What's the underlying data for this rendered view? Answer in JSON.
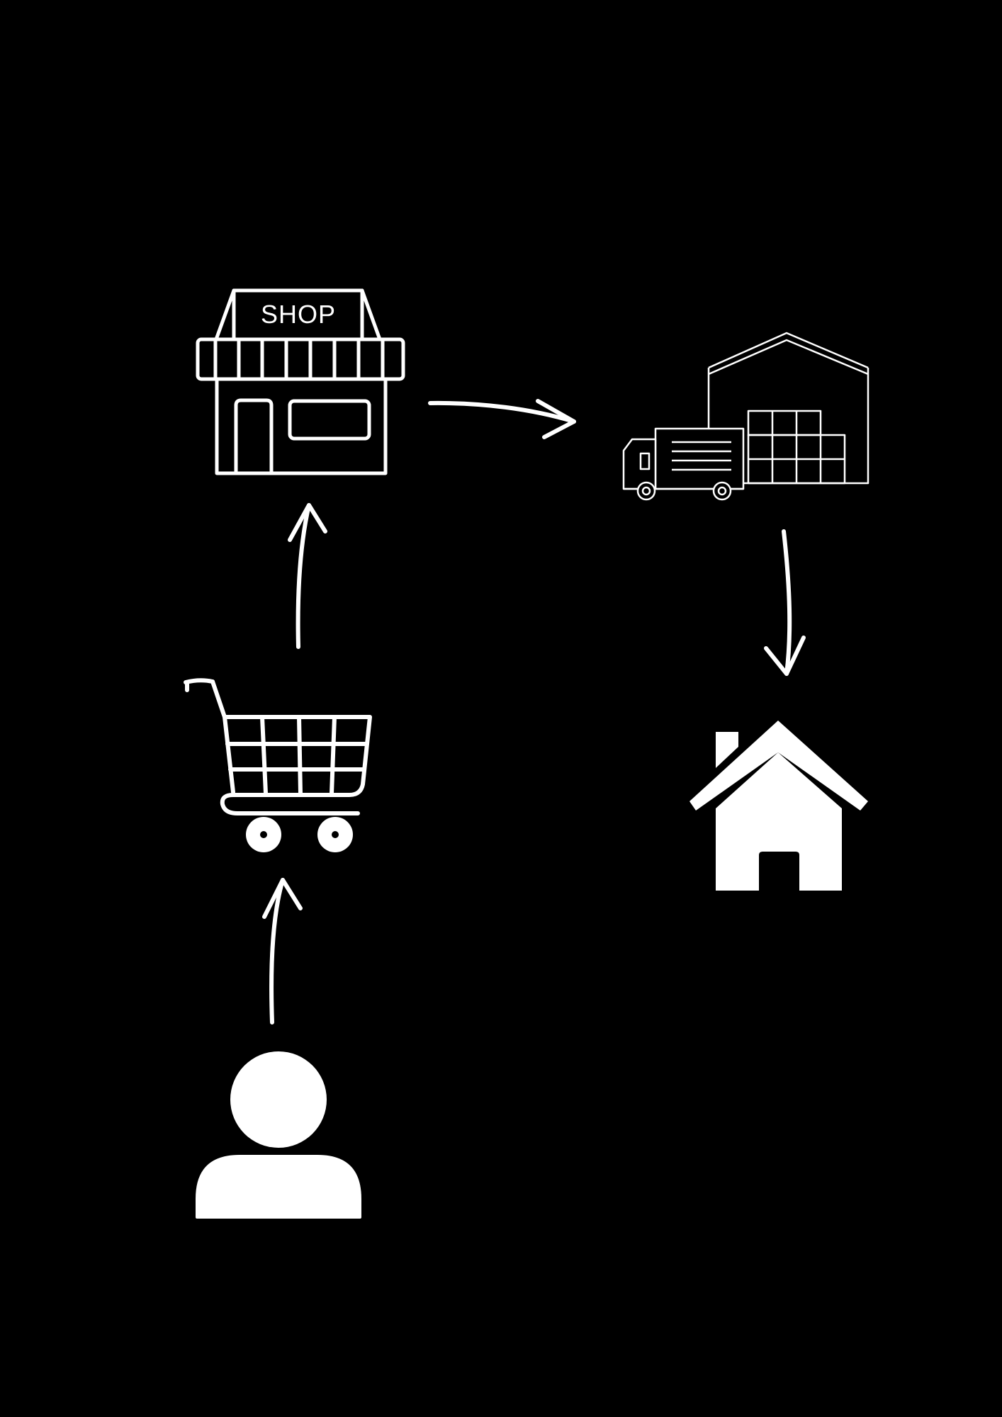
{
  "colors": {
    "background": "#000000",
    "foreground": "#ffffff"
  },
  "nodes": {
    "shop": {
      "icon": "shop-icon",
      "label": "SHOP"
    },
    "warehouse": {
      "icon": "warehouse-delivery-truck-icon"
    },
    "home": {
      "icon": "house-icon"
    },
    "cart": {
      "icon": "shopping-cart-icon"
    },
    "customer": {
      "icon": "user-icon"
    }
  },
  "flow": [
    {
      "from": "customer",
      "to": "cart"
    },
    {
      "from": "cart",
      "to": "shop"
    },
    {
      "from": "shop",
      "to": "warehouse"
    },
    {
      "from": "warehouse",
      "to": "home"
    }
  ]
}
